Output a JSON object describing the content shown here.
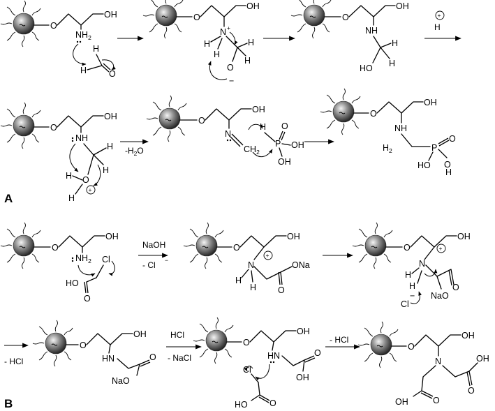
{
  "panels": {
    "a": "A",
    "b": "B"
  },
  "conditions": {
    "acid": "H",
    "dehydration": "-H",
    "dehydration_sub": "2",
    "dehydration_tail": "O",
    "naoh": "NaOH",
    "minus_cl": "- Cl",
    "minus_hcl_1": "- HCl",
    "hcl": "HCl",
    "minus_nacl": "- NaCl",
    "minus_hcl_2": "- HCl"
  },
  "atoms": {
    "oh": "OH",
    "o": "O",
    "h": "H",
    "n": "N",
    "nh": "NH",
    "nh2": "NH",
    "sub2": "2",
    "hn": "HN",
    "ho": "HO",
    "h2c": "H",
    "ch2": "CH",
    "p": "P",
    "cl": "Cl",
    "ona": "ONa",
    "nao": "NaO",
    "plus": "+",
    "minus": "−"
  }
}
